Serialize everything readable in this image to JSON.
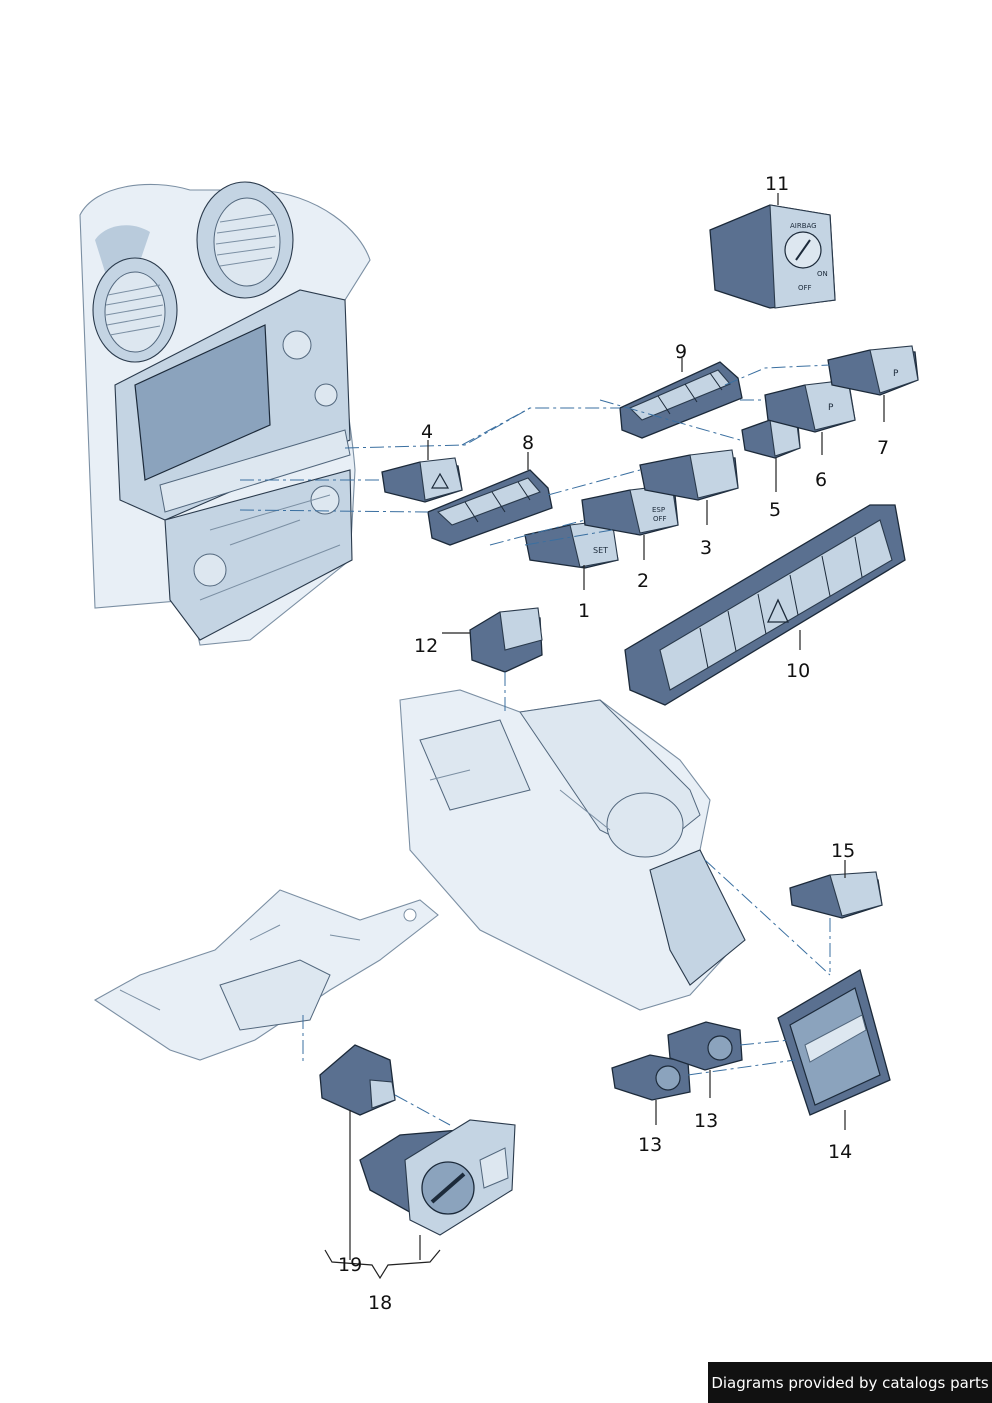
{
  "callouts": {
    "c1": "1",
    "c2": "2",
    "c3": "3",
    "c4": "4",
    "c5": "5",
    "c6": "6",
    "c7": "7",
    "c8": "8",
    "c9": "9",
    "c10": "10",
    "c11": "11",
    "c12": "12",
    "c13a": "13",
    "c13b": "13",
    "c14": "14",
    "c15": "15",
    "c18": "18",
    "c19": "19"
  },
  "switch_labels": {
    "airbag": "AIRBAG",
    "off": "OFF",
    "on": "ON",
    "esp": "ESP",
    "esp_off": "OFF",
    "set": "SET",
    "p": "P"
  },
  "footer": {
    "credit": "Diagrams provided by catalogs parts"
  },
  "colors": {
    "part_dark": "#5a7090",
    "part_mid": "#8ba3bd",
    "part_light": "#c4d4e3",
    "shell": "#e8eff6",
    "leader": "#222222"
  }
}
